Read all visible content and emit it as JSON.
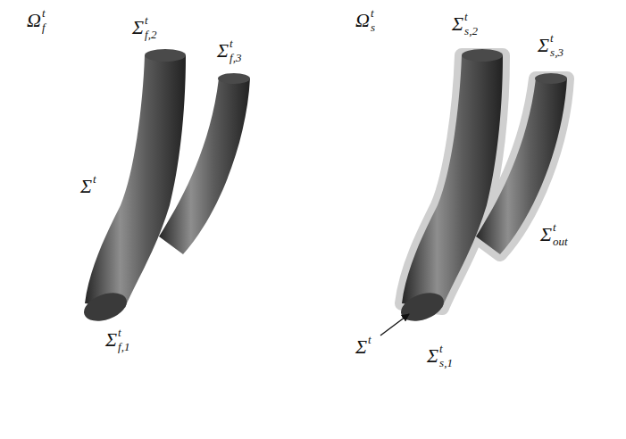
{
  "diagram": {
    "labels": [
      "Ω",
      "t",
      "f",
      "Σ",
      "t",
      "f,2",
      "Σ",
      "t",
      "f,3",
      "Σ",
      "t",
      "Σ",
      "t",
      "f,1",
      "Ω",
      "t",
      "s",
      "Σ",
      "t",
      "s,2",
      "Σ",
      "t",
      "s,3",
      "Σ",
      "t",
      "out",
      "Σ",
      "t",
      "Σ",
      "t",
      "s,1"
    ]
  }
}
